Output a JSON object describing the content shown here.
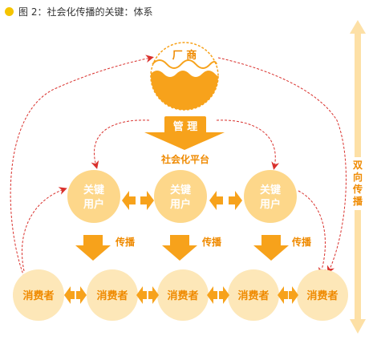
{
  "header": {
    "title": "图 2：社会化传播的关键：体系"
  },
  "diagram": {
    "manufacturer": "厂 商",
    "manage": "管 理",
    "platform": "社会化平台",
    "key_user_line1": "关键",
    "key_user_line2": "用户",
    "spread": "传播",
    "consumer": "消费者",
    "bidirectional": [
      "双",
      "向",
      "传",
      "播"
    ]
  },
  "colors": {
    "orange": "#f7a21b",
    "light_orange": "#fde7b8",
    "red_dash": "#d9302c",
    "dot": "#f5c400"
  }
}
